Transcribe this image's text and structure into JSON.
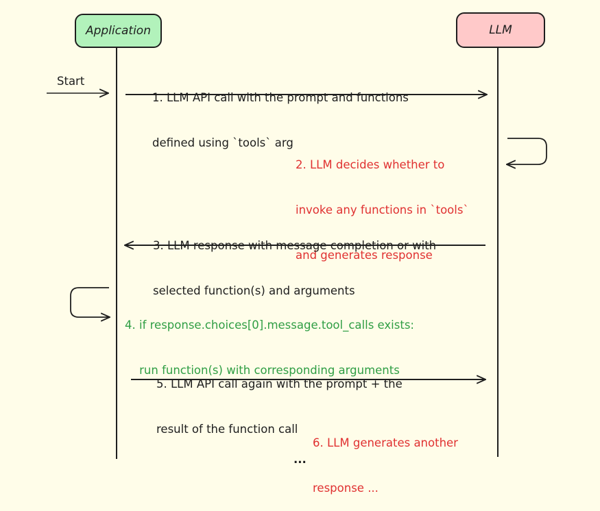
{
  "participants": {
    "application": {
      "label": "Application",
      "color": "#b2f2bb"
    },
    "llm": {
      "label": "LLM",
      "color": "#ffc9c9"
    }
  },
  "start_label": "Start",
  "steps": [
    {
      "id": 1,
      "lines": [
        "1. LLM API call with the prompt and functions",
        "defined using `tools` arg"
      ],
      "color": "#1e1e1e",
      "direction": "application-to-llm"
    },
    {
      "id": 2,
      "lines": [
        "2. LLM decides whether to",
        "invoke any functions in `tools`",
        "and generates response"
      ],
      "color": "#e03131",
      "direction": "llm-self"
    },
    {
      "id": 3,
      "lines": [
        "3. LLM response with message completion or with",
        "selected function(s) and arguments"
      ],
      "color": "#1e1e1e",
      "direction": "llm-to-application"
    },
    {
      "id": 4,
      "lines": [
        "4. if response.choices[0].message.tool_calls exists:",
        "run function(s) with corresponding arguments"
      ],
      "color": "#2f9e44",
      "direction": "application-self"
    },
    {
      "id": 5,
      "lines": [
        "5. LLM API call again with the prompt + the",
        "result of the function call"
      ],
      "color": "#1e1e1e",
      "direction": "application-to-llm"
    },
    {
      "id": 6,
      "lines": [
        "6. LLM generates another",
        "response ..."
      ],
      "color": "#e03131",
      "direction": "llm-note"
    }
  ],
  "continuation": "..."
}
